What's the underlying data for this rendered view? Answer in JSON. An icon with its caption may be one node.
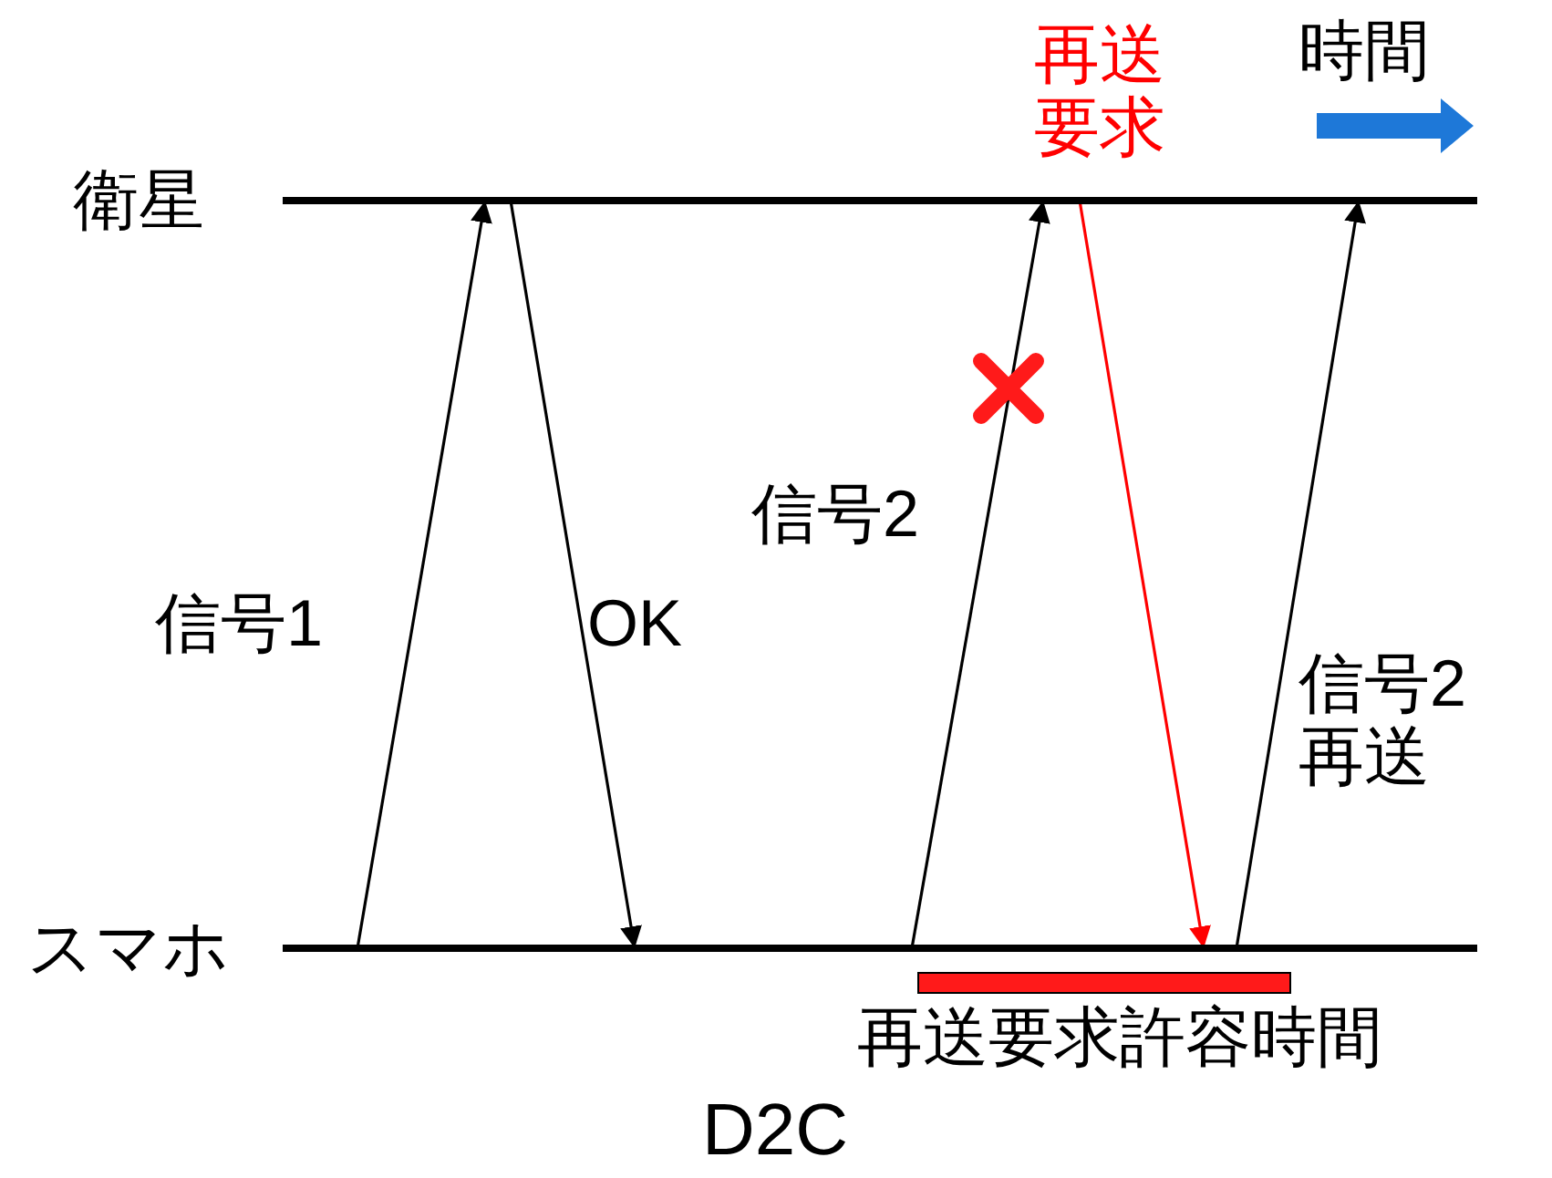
{
  "diagram": {
    "caption": "D2C",
    "nodes": [
      {
        "text": [
          "衛星"
        ]
      },
      {
        "text": [
          "スマホ"
        ]
      },
      {
        "text": [
          "再送要求許容時間"
        ]
      }
    ],
    "edges": [
      {
        "from": 1,
        "to": 0,
        "arrow": "to",
        "label": "信号1"
      },
      {
        "from": 0,
        "to": 1,
        "arrow": "to",
        "label": "OK"
      },
      {
        "from": 1,
        "to": 0,
        "arrow": "to",
        "label": "信号2"
      },
      {
        "from": 0,
        "to": 1,
        "arrow": "to",
        "label": "再送要求",
        "color": "#ff0000"
      },
      {
        "from": 1,
        "to": 0,
        "arrow": "to",
        "label": "信号2再送"
      }
    ],
    "labels": [
      "時間"
    ]
  }
}
